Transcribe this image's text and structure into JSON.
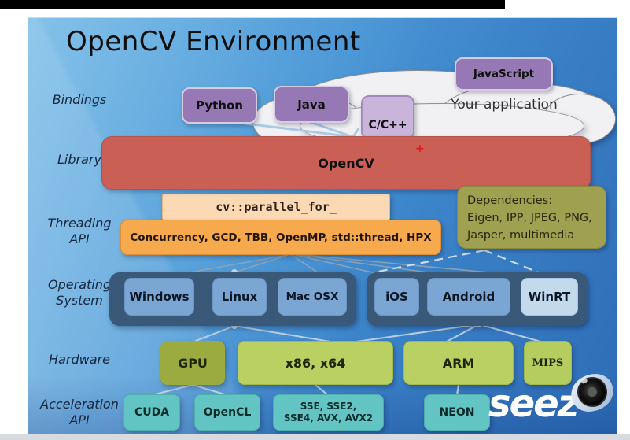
{
  "title": "OpenCV Environment",
  "labels": [
    "Bindings",
    "Library",
    "Threading\nAPI",
    "Operating\nSystem",
    "Hardware",
    "Acceleration\nAPI"
  ],
  "bindings": {
    "python": "Python",
    "java": "Java",
    "cpp": "C/C++",
    "javascript": "JavaScript",
    "cloud": "Your application"
  },
  "library": {
    "opencv": "OpenCV",
    "plus_marker": "+",
    "parallel_for": "cv::parallel_for_"
  },
  "threading": {
    "apis": "Concurrency, GCD, TBB, OpenMP, std::thread, HPX",
    "dependencies": "Dependencies:\nEigen, IPP, JPEG, PNG,\nJasper, multimedia"
  },
  "os": [
    "Windows",
    "Linux",
    "Mac OSX",
    "iOS",
    "Android",
    "WinRT"
  ],
  "hardware": [
    "GPU",
    "x86, x64",
    "ARM",
    "MIPS"
  ],
  "acceleration": [
    "CUDA",
    "OpenCL",
    "SSE, SSE2,\nSSE4, AVX, AVX2",
    "NEON"
  ],
  "logo": {
    "text": "seez"
  },
  "colors": {
    "slide_blue_top": "#62b1e3",
    "slide_blue_bottom": "#2e6cb6",
    "purple": "#9678b4",
    "light_purple": "#c9b4da",
    "opencv_red": "#c95f55",
    "parallel_peach": "#fbd9b5",
    "threading_orange": "#f6a94d",
    "dependencies_olive": "#a0a051",
    "os_container_navy": "#3a5877",
    "os_box_blue": "#7ba6d3",
    "winrt_light_blue": "#c3d9ec",
    "gpu_green": "#9cab3f",
    "hw_green": "#bad062",
    "accel_teal": "#63c5c3"
  }
}
